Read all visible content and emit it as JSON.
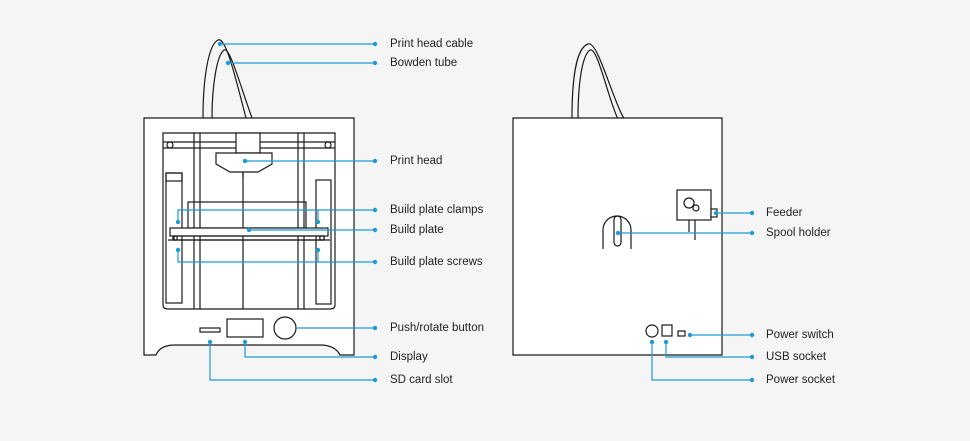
{
  "accent_color": "#1f9ad6",
  "front_view": {
    "labels": {
      "print_head_cable": "Print head cable",
      "bowden_tube": "Bowden tube",
      "print_head": "Print head",
      "build_plate_clamps": "Build plate clamps",
      "build_plate": "Build plate",
      "build_plate_screws": "Build plate screws",
      "push_rotate_button": "Push/rotate button",
      "display": "Display",
      "sd_card_slot": "SD card slot"
    }
  },
  "back_view": {
    "labels": {
      "feeder": "Feeder",
      "spool_holder": "Spool holder",
      "power_switch": "Power switch",
      "usb_socket": "USB socket",
      "power_socket": "Power socket"
    }
  }
}
